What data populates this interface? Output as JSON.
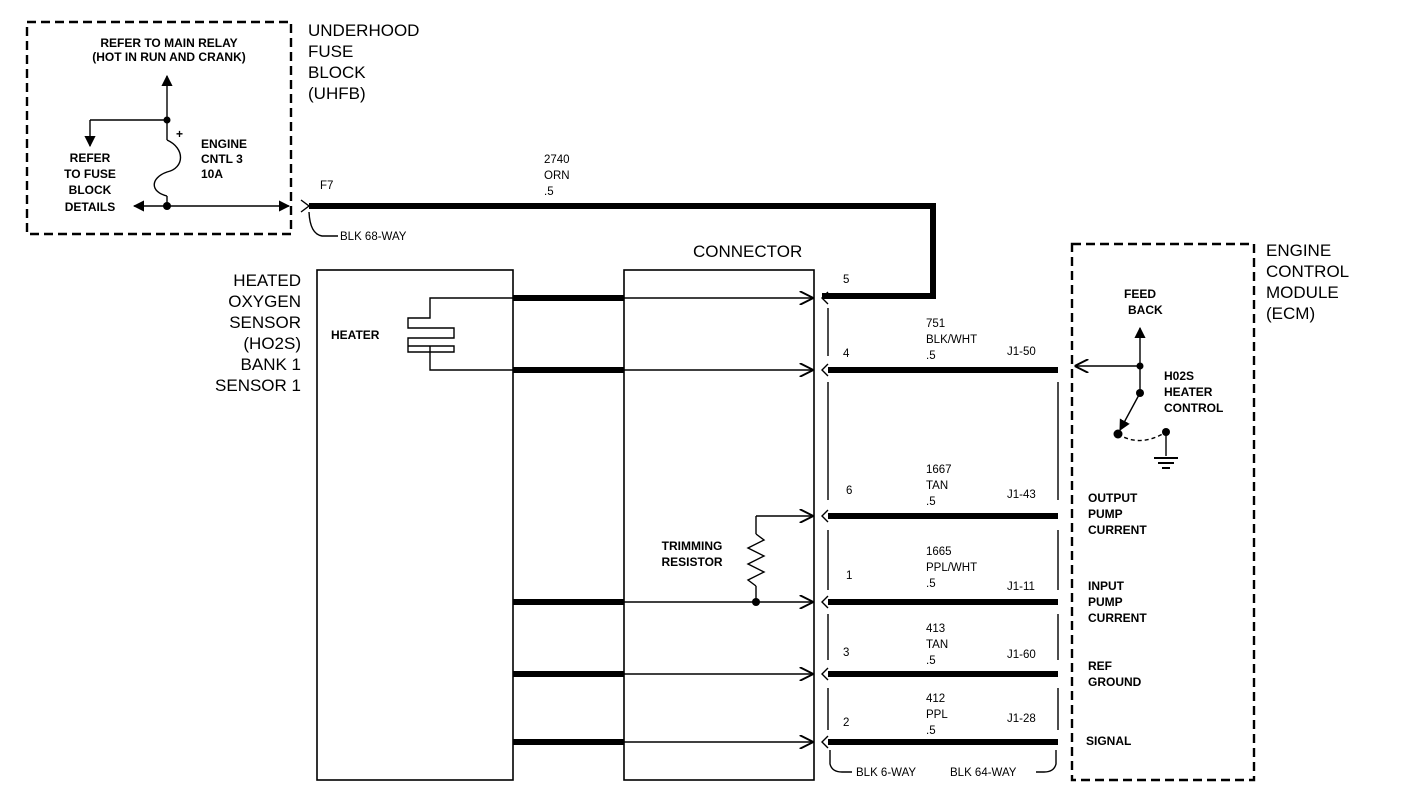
{
  "fuse_block": {
    "title_lines": [
      "UNDERHOOD",
      "FUSE",
      "BLOCK",
      "(UHFB)"
    ],
    "relay_note_lines": [
      "REFER TO MAIN RELAY",
      "(HOT IN RUN AND CRANK)"
    ],
    "fuse_label_lines": [
      "ENGINE",
      "CNTL 3",
      "10A"
    ],
    "refer_lines": [
      "REFER",
      "TO FUSE",
      "BLOCK",
      "DETAILS"
    ],
    "plus_sign": "+"
  },
  "feed_wire": {
    "terminal": "F7",
    "circuit": "2740",
    "color": "ORN",
    "gauge": ".5",
    "connector": "BLK 68-WAY"
  },
  "sensor": {
    "title_lines": [
      "HEATED",
      "OXYGEN",
      "SENSOR",
      "(HO2S)",
      "BANK 1",
      "SENSOR 1"
    ],
    "heater_label": "HEATER",
    "resistor_lines": [
      "TRIMMING",
      "RESISTOR"
    ]
  },
  "connector": {
    "title": "CONNECTOR"
  },
  "ecm": {
    "title_lines": [
      "ENGINE",
      "CONTROL",
      "MODULE",
      "(ECM)"
    ],
    "feedback_lines": [
      "FEED",
      "BACK"
    ],
    "heater_control_lines": [
      "H02S",
      "HEATER",
      "CONTROL"
    ]
  },
  "pins": {
    "p5": {
      "pin": "5"
    },
    "p4": {
      "pin": "4",
      "circuit": "751",
      "color": "BLK/WHT",
      "gauge": ".5",
      "ecm_pin": "J1-50"
    },
    "p6": {
      "pin": "6",
      "circuit": "1667",
      "color": "TAN",
      "gauge": ".5",
      "ecm_pin": "J1-43",
      "signal_lines": [
        "OUTPUT",
        "PUMP",
        "CURRENT"
      ]
    },
    "p1": {
      "pin": "1",
      "circuit": "1665",
      "color": "PPL/WHT",
      "gauge": ".5",
      "ecm_pin": "J1-11",
      "signal_lines": [
        "INPUT",
        "PUMP",
        "CURRENT"
      ]
    },
    "p3": {
      "pin": "3",
      "circuit": "413",
      "color": "TAN",
      "gauge": ".5",
      "ecm_pin": "J1-60",
      "signal_lines": [
        "REF",
        "GROUND"
      ]
    },
    "p2": {
      "pin": "2",
      "circuit": "412",
      "color": "PPL",
      "gauge": ".5",
      "ecm_pin": "J1-28",
      "signal_lines": [
        "SIGNAL"
      ]
    }
  },
  "bottom_connectors": {
    "left": "BLK 6-WAY",
    "right": "BLK 64-WAY"
  }
}
